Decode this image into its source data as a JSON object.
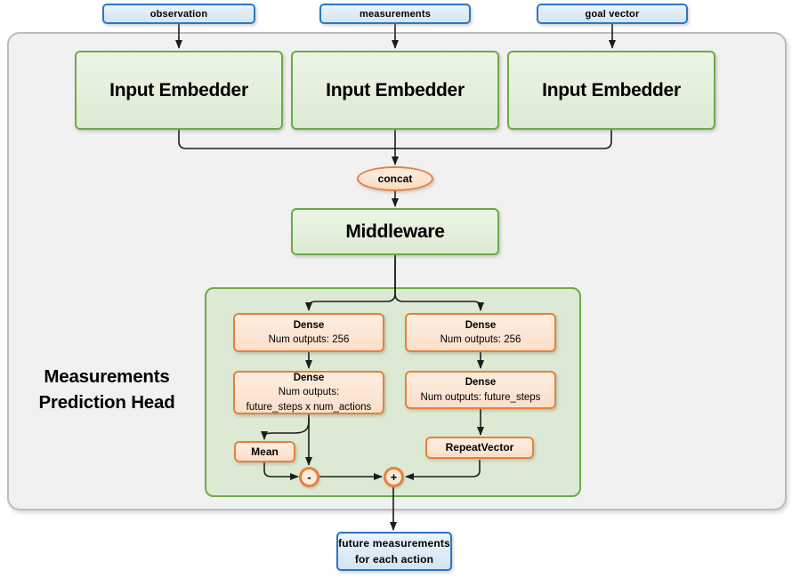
{
  "diagram": {
    "inputs": [
      {
        "label": "observation"
      },
      {
        "label": "measurements"
      },
      {
        "label": "goal vector"
      }
    ],
    "embedders": [
      {
        "label": "Input Embedder"
      },
      {
        "label": "Input Embedder"
      },
      {
        "label": "Input Embedder"
      }
    ],
    "concat": {
      "label": "concat"
    },
    "middleware": {
      "label": "Middleware"
    },
    "head": {
      "title_line1": "Measurements",
      "title_line2": "Prediction Head",
      "left_branch": {
        "dense1": {
          "title": "Dense",
          "subtitle": "Num outputs: 256"
        },
        "dense2": {
          "title": "Dense",
          "subtitle": "Num outputs:",
          "subtitle2": "future_steps x num_actions"
        },
        "mean": {
          "label": "Mean"
        },
        "minus": {
          "symbol": "-"
        }
      },
      "right_branch": {
        "dense1": {
          "title": "Dense",
          "subtitle": "Num outputs: 256"
        },
        "dense2": {
          "title": "Dense",
          "subtitle": "Num outputs: future_steps"
        },
        "repeat_vector": {
          "label": "RepeatVector"
        },
        "plus": {
          "symbol": "+"
        }
      }
    },
    "output": {
      "label_line1": "future measurements",
      "label_line2": "for each action"
    },
    "colors": {
      "green_border": "#6cab44",
      "green_fill": "#e2efda",
      "orange_border": "#e8803a",
      "orange_fill": "#fbe3d2",
      "blue_border": "#2b78c2",
      "blue_fill": "#d9e8f6",
      "container_fill": "#f1f1f2",
      "container_border": "#b9bcbf",
      "arrow": "#1c1c1c"
    }
  }
}
